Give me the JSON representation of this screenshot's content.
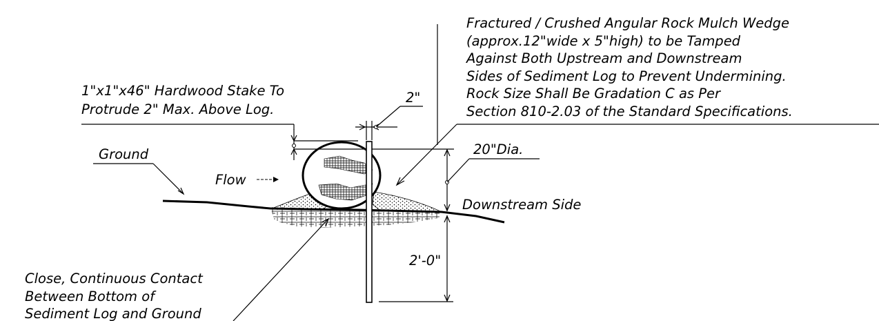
{
  "labels": {
    "rock_note": [
      "Fractured / Crushed Angular Rock Mulch Wedge",
      "(approx.12\"wide x 5\"high) to be Tamped",
      "Against Both Upstream and Downstream",
      "Sides of Sediment Log to Prevent Undermining.",
      "Rock Size Shall Be Gradation C as Per",
      "Section 810-2.03 of the Standard Specifications."
    ],
    "stake_note": [
      "1\"x1\"x46\" Hardwood Stake To",
      "Protrude 2\" Max. Above Log."
    ],
    "stake_offset": "2\"",
    "ground": "Ground",
    "flow": "Flow",
    "diameter": "20\"Dia.",
    "downstream": "Downstream Side",
    "depth": "2'-0\"",
    "contact_note": [
      "Close, Continuous Contact",
      "Between Bottom of",
      "Sediment Log and Ground"
    ]
  }
}
